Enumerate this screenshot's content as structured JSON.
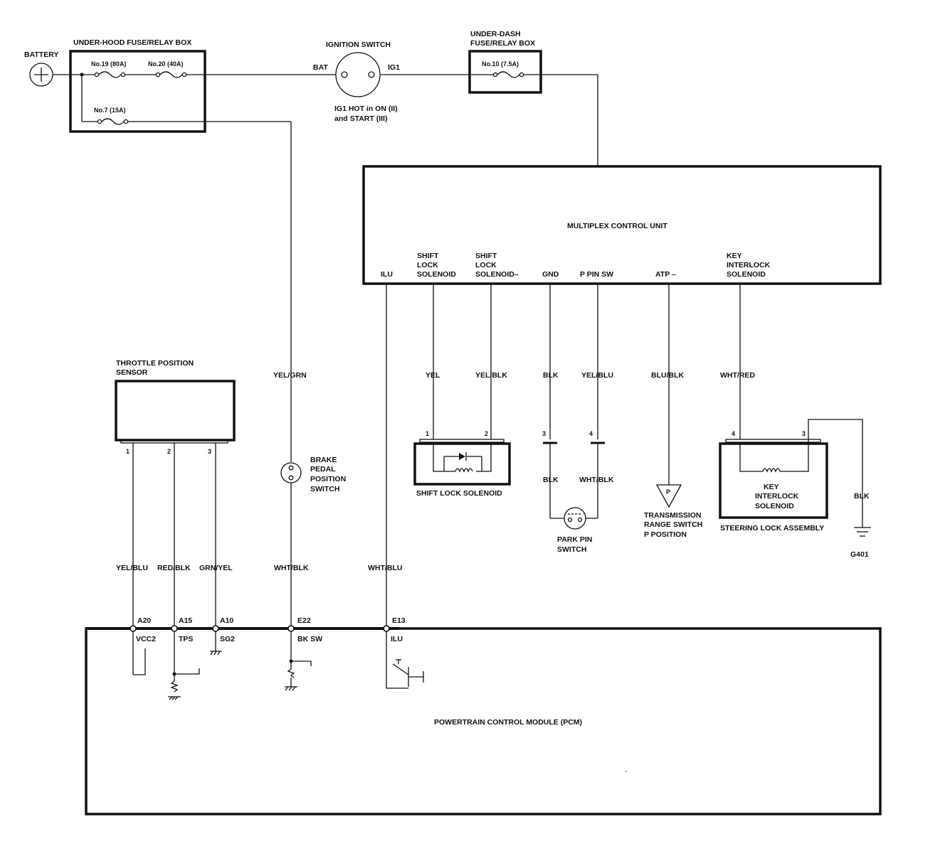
{
  "battery": {
    "label": "BATTERY"
  },
  "underhood": {
    "title": "UNDER-HOOD FUSE/RELAY BOX",
    "fuse19": "No.19 (80A)",
    "fuse20": "No.20 (40A)",
    "fuse7": "No.7 (15A)"
  },
  "ignition": {
    "title": "IGNITION SWITCH",
    "bat": "BAT",
    "ig1": "IG1",
    "note1": "IG1 HOT in ON (II)",
    "note2": "and START (III)"
  },
  "underdash": {
    "title1": "UNDER-DASH",
    "title2": "FUSE/RELAY BOX",
    "fuse10": "No.10 (7.5A)"
  },
  "mcu": {
    "title": "MULTIPLEX CONTROL UNIT",
    "ilu": "ILU",
    "sls1": "SHIFT",
    "sls2": "LOCK",
    "sls3": "SOLENOID",
    "slm1": "SHIFT",
    "slm2": "LOCK",
    "slm3": "SOLENOID–",
    "gnd": "GND",
    "ppin": "P PIN SW",
    "atp": "ATP –",
    "key1": "KEY",
    "key2": "INTERLOCK",
    "key3": "SOLENOID"
  },
  "tps": {
    "title1": "THROTTLE POSITION",
    "title2": "SENSOR",
    "pin1": "1",
    "pin2": "2",
    "pin3": "3"
  },
  "wires": {
    "yel_grn": "YEL/GRN",
    "yel": "YEL",
    "yel_blk": "YEL/BLK",
    "blk1": "BLK",
    "yel_blu_top": "YEL/BLU",
    "blu_blk": "BLU/BLK",
    "wht_red": "WHT/RED",
    "blk2": "BLK",
    "wht_blk_pp": "WHT/BLK",
    "blk_gnd": "BLK",
    "yel_blu": "YEL/BLU",
    "red_blk": "RED/BLK",
    "grn_yel": "GRN/YEL",
    "wht_blk": "WHT/BLK",
    "wht_blu": "WHT/BLU"
  },
  "brake": {
    "l1": "BRAKE",
    "l2": "PEDAL",
    "l3": "POSITION",
    "l4": "SWITCH"
  },
  "shiftlock": {
    "label": "SHIFT LOCK SOLENOID",
    "pin1": "1",
    "pin2": "2"
  },
  "ppin": {
    "pin3": "3",
    "pin4": "4",
    "l1": "PARK PIN",
    "l2": "SWITCH"
  },
  "trs": {
    "l1": "TRANSMISSION",
    "l2": "RANGE SWITCH",
    "l3": "P POSITION",
    "sym": "P"
  },
  "steering": {
    "pin4": "4",
    "pin3": "3",
    "l1": "KEY",
    "l2": "INTERLOCK",
    "l3": "SOLENOID",
    "label": "STEERING LOCK ASSEMBLY"
  },
  "ground": {
    "label": "G401"
  },
  "pcm": {
    "title": "POWERTRAIN CONTROL MODULE (PCM)",
    "a20": "A20",
    "a15": "A15",
    "a10": "A10",
    "e22": "E22",
    "e13": "E13",
    "vcc2": "VCC2",
    "tps": "TPS",
    "sg2": "SG2",
    "bksw": "BK SW",
    "ilu": "ILU"
  }
}
